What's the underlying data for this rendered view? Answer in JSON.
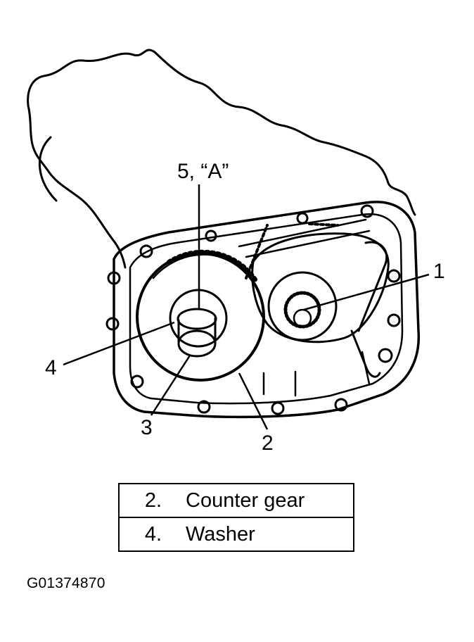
{
  "callouts": {
    "c1": "1",
    "c2": "2",
    "c3": "3",
    "c4": "4",
    "c5": "5, “A”"
  },
  "legend": [
    {
      "number": "2.",
      "label": "Counter gear"
    },
    {
      "number": "4.",
      "label": "Washer"
    }
  ],
  "figure_id": "G01374870"
}
